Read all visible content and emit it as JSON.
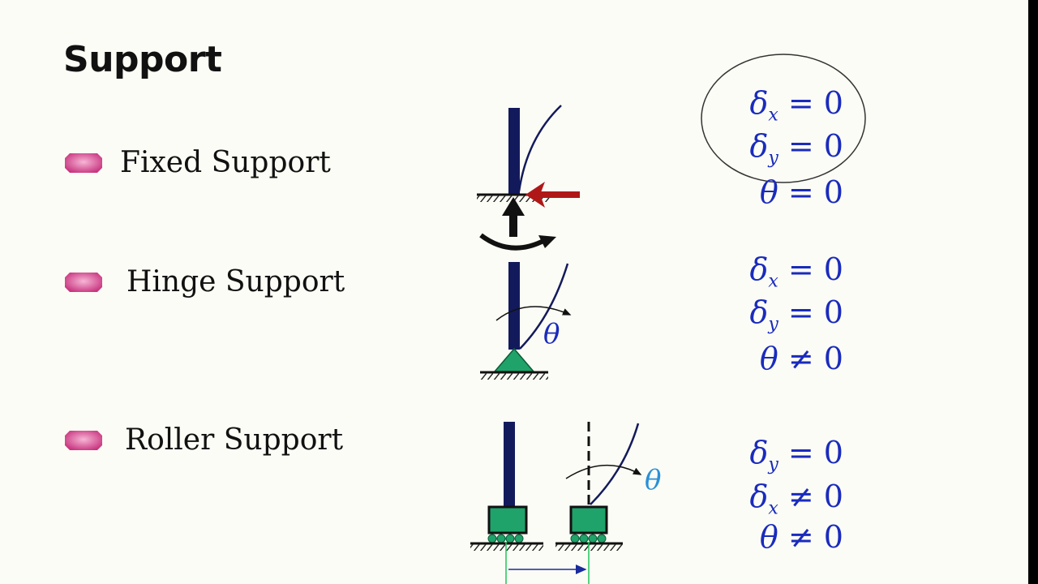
{
  "title": "Support",
  "bullets": [
    {
      "label": "Fixed Support"
    },
    {
      "label": "Hinge Support"
    },
    {
      "label": "Roller Support"
    }
  ],
  "equations": {
    "fixed": [
      {
        "symbol": "δ",
        "sub": "x",
        "op": "= 0"
      },
      {
        "symbol": "δ",
        "sub": "y",
        "op": "= 0"
      },
      {
        "symbol": "θ",
        "sub": "",
        "op": "= 0"
      }
    ],
    "hinge": [
      {
        "symbol": "δ",
        "sub": "x",
        "op": "= 0"
      },
      {
        "symbol": "δ",
        "sub": "y",
        "op": "= 0"
      },
      {
        "symbol": "θ",
        "sub": "",
        "op": "≠ 0"
      }
    ],
    "roller": [
      {
        "symbol": "δ",
        "sub": "y",
        "op": "= 0"
      },
      {
        "symbol": "δ",
        "sub": "x",
        "op": "≠ 0"
      },
      {
        "symbol": "θ",
        "sub": "",
        "op": "≠ 0"
      }
    ]
  },
  "diagram_labels": {
    "hinge_theta": "θ",
    "roller_theta": "θ"
  },
  "colors": {
    "column": "#131a5c",
    "support_green": "#1fa36a",
    "reaction_red": "#b01818",
    "equation_blue": "#1a2bbd",
    "theta_light_blue": "#2a90d8",
    "bullet_pink": "#d9559a"
  }
}
